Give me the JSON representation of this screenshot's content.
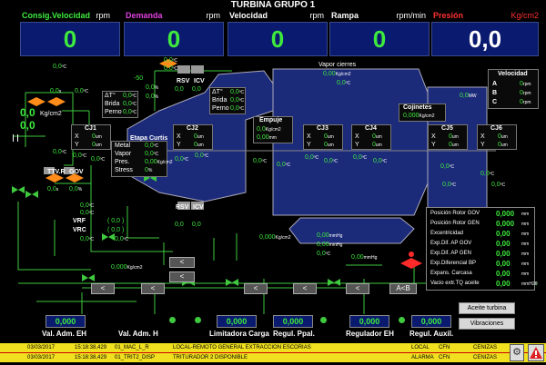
{
  "title": "TURBINA GRUPO 1",
  "header": {
    "consig_label": "Consig.Velocidad",
    "consig_unit": "rpm",
    "demanda_label": "Demanda",
    "demanda_unit": "rpm",
    "velocidad_label": "Velocidad",
    "velocidad_unit": "rpm",
    "rampa_label": "Rampa",
    "rampa_unit": "rpm/min",
    "presion_label": "Presión",
    "presion_unit": "Kg/cm2"
  },
  "big_values": {
    "consig": "0",
    "demanda": "0",
    "velocidad": "0",
    "rampa": "0",
    "presion": "0,0"
  },
  "colors": {
    "green": "#3eea3e",
    "magenta": "#e040e0",
    "red": "#ff3030",
    "navy": "#0a1a6e",
    "line_green": "#3ec93e"
  },
  "left": {
    "v1": "0,0",
    "v1u": "ºC",
    "v2": "0,0",
    "v2u": "s",
    "v3": "0,0",
    "v3u": "ºC",
    "p_big": "0,0",
    "p_unit": "Kg/cm2",
    "p_big2": "0,0",
    "v4": "0,0",
    "v4u": "ºC",
    "ttv": "TTV.R",
    "gov": "GOV",
    "ttv_v": "0,0",
    "ttv_u": "s",
    "gov_v": "0,0",
    "gov_u": "%"
  },
  "top_mid": {
    "v_neg": "-50",
    "v1": "0,0",
    "v1u": "ºC",
    "v2": "0,0",
    "v2u": "ºC",
    "v3": "0,0",
    "v3u": "%",
    "v4": "0,0",
    "v4u": "%",
    "rsv": "RSV",
    "icv": "ICV",
    "rsv_v": "0,0",
    "icv_v": "0,0"
  },
  "vapor_cierres": {
    "label": "Vapor cierres",
    "v1": "0,00",
    "v1u": "Kg/cm2",
    "v2": "0,0",
    "v2u": "ºC"
  },
  "delta_box1": {
    "delta": "ΔT°",
    "d_v": "0,0",
    "d_u": "ºC",
    "brida": "Brida",
    "b_v": "0,0",
    "b_u": "ºC",
    "perno": "Perno",
    "p_v": "0,0",
    "p_u": "ºC"
  },
  "delta_box2": {
    "delta": "ΔT°",
    "d_v": "0,0",
    "d_u": "ºC",
    "brida": "Brida",
    "b_v": "0,0",
    "b_u": "ºC",
    "perno": "Perno",
    "p_v": "0,0",
    "p_u": "ºC"
  },
  "velocidad_box": {
    "title": "Velocidad",
    "a": "A",
    "a_v": "0",
    "a_u": "rpm",
    "b": "B",
    "b_v": "0",
    "b_u": "rpm",
    "c": "C",
    "c_v": "0",
    "c_u": "rpm"
  },
  "mw": {
    "v": "0,0",
    "u": "MW"
  },
  "cojinetes": {
    "title": "Cojinetes",
    "v": "0,000",
    "u": "Kg/cm2"
  },
  "cj1": {
    "title": "CJ1",
    "x": "X",
    "x_v": "0",
    "x_u": "um",
    "y": "Y",
    "y_v": "0",
    "y_u": "um",
    "t1": "0,0",
    "t2": "0,0",
    "tu": "ºC"
  },
  "etapa": {
    "title": "Etapa Curtis",
    "metal": "Metal",
    "metal_v": "0,0",
    "metal_u": "ºC",
    "vapor": "Vapor",
    "vapor_v": "0,0",
    "vapor_u": "ºC",
    "pres": "Pres.",
    "pres_v": "0,00",
    "pres_u": "Kg/cm2",
    "stress": "Stress",
    "stress_v": "0",
    "stress_u": "%"
  },
  "cj2": {
    "title": "CJ2",
    "x": "X",
    "x_v": "0",
    "x_u": "um",
    "y": "Y",
    "y_v": "0",
    "y_u": "um",
    "t1": "0,0",
    "t2": "0,0",
    "tu": "ºC"
  },
  "empuje": {
    "title": "Empuje",
    "v1": "0,0",
    "v1u": "Kg/cm2",
    "v2": "0,00",
    "v2u": "mm",
    "t1": "0,0",
    "t2": "0,0",
    "tu": "ºC"
  },
  "cj3": {
    "title": "CJ3",
    "x": "X",
    "x_v": "0",
    "x_u": "um",
    "y": "Y",
    "y_v": "0",
    "y_u": "um",
    "t1": "0,0",
    "t2": "0,0",
    "tu": "ºC"
  },
  "cj4": {
    "title": "CJ4",
    "x": "X",
    "x_v": "0",
    "x_u": "um",
    "y": "Y",
    "y_v": "0",
    "y_u": "um",
    "t1": "0,0",
    "t2": "0,0",
    "tu": "ºC"
  },
  "cj5": {
    "title": "CJ5",
    "x": "X",
    "x_v": "0",
    "x_u": "um",
    "y": "Y",
    "y_v": "0",
    "y_u": "um",
    "t1": "0,0",
    "t2": "0,0",
    "tu": "ºC"
  },
  "cj6": {
    "title": "CJ6",
    "x": "X",
    "x_v": "0",
    "x_u": "um",
    "y": "Y",
    "y_v": "0",
    "y_u": "um",
    "t1": "0,0",
    "t2": "0,0",
    "tu": "ºC"
  },
  "bottom_mid": {
    "rsv": "RSV",
    "icv": "ICV",
    "rsv_v": "0,0",
    "icv_v": "0,0",
    "vrf": "VRF",
    "vrc": "VRC",
    "vrf_v": "0,0",
    "vrc_v": "0,0",
    "vb1": "0,0",
    "vb2": "0,0",
    "vbu": "ºC",
    "vb3": "0,0",
    "vb4": "0,0",
    "kg_v": "0,000",
    "kg_u": "Kg/cm2",
    "kg2_v": "0,000",
    "kg2_u": "Kg/cm2",
    "mmhg1": "0,00",
    "mmhg2": "0,00",
    "mmhg3": "0,0",
    "mmhg_u": "mmHg",
    "mmhg_c": "ºC",
    "mmhg4": "0,00",
    "mmhg4_u": "mmHg"
  },
  "pos_panel": {
    "rows": [
      {
        "label": "Posición Rotor GOV",
        "value": "0,000",
        "unit": "mm"
      },
      {
        "label": "Posición Rotor GEN",
        "value": "0,000",
        "unit": "mm"
      },
      {
        "label": "Excentricidad",
        "value": "0,00",
        "unit": "mm"
      },
      {
        "label": "Exp.Dif. AP GOV",
        "value": "0,00",
        "unit": "mm"
      },
      {
        "label": "Exp.Dif. AP GEN",
        "value": "0,00",
        "unit": "mm"
      },
      {
        "label": "Exp.Diferencial BP",
        "value": "0,00",
        "unit": "mm"
      },
      {
        "label": "Expans. Carcasa",
        "value": "0,00",
        "unit": "mm"
      },
      {
        "label": "Vacio extr.TQ aceite",
        "value": "0,00",
        "unit": "mmH20"
      }
    ]
  },
  "axb": "A<B",
  "selectors": [
    "<",
    "<",
    "<",
    "<",
    "<",
    "<",
    "<"
  ],
  "bottom": {
    "val_adm_eh": {
      "value": "0,000",
      "label": "Val. Adm. EH"
    },
    "val_adm_h": {
      "label": "Val. Adm. H"
    },
    "limitadora": {
      "value": "0,000",
      "label": "Limitadora Carga"
    },
    "regul_ppal": {
      "value": "0,000",
      "label": "Regul. Ppal."
    },
    "regulador_eh": {
      "value": "0,000",
      "label": "Regulador EH"
    },
    "regul_auxil": {
      "value": "0,000",
      "label": "Regul. Auxil."
    }
  },
  "buttons": {
    "aceite": "Aceite turbina",
    "vibraciones": "Vibraciones"
  },
  "alarms": [
    {
      "date": "03/03/2017",
      "time": "15:18:38,429",
      "code": "01_MAC_L_R",
      "text": "LOCAL-REMOTO GENERAL EXTRACCION ESCORIAS",
      "state": "LOCAL",
      "flag": "CFN",
      "area": "CENIZAS"
    },
    {
      "date": "03/03/2017",
      "time": "15:18:38,429",
      "code": "01_TRIT2_DISP",
      "text": "TRITURADOR 2 DISPONIBLE",
      "state": "ALARMA",
      "flag": "CFN",
      "area": "CENIZAS"
    }
  ],
  "icons": {
    "gear": "gear-icon",
    "alarm": "alarm-triangle-icon"
  }
}
